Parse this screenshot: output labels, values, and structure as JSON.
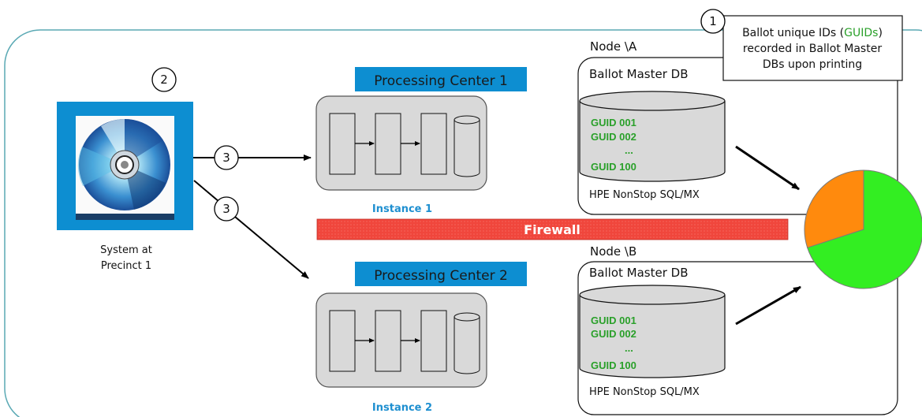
{
  "processing_centers": [
    {
      "title": "Processing Center 1",
      "instance": "Instance 1"
    },
    {
      "title": "Processing Center 2",
      "instance": "Instance 2"
    }
  ],
  "nodes": [
    {
      "label": "Node \\A",
      "db_title": "Ballot Master DB",
      "guids": [
        "GUID 001",
        "GUID 002",
        "...",
        "GUID 100"
      ],
      "engine": "HPE NonStop SQL/MX"
    },
    {
      "label": "Node \\B",
      "db_title": "Ballot Master DB",
      "guids": [
        "GUID 001",
        "GUID 002",
        "...",
        "GUID 100"
      ],
      "engine": "HPE NonStop SQL/MX"
    }
  ],
  "precinct": {
    "line1": "System at",
    "line2": "Precinct 1",
    "step": "2"
  },
  "firewall": {
    "label": "Firewall"
  },
  "callout": {
    "step": "1",
    "line1_prefix": "Ballot unique IDs (",
    "line1_highlight": "GUIDs",
    "line1_suffix": ")",
    "line2": "recorded in Ballot Master",
    "line3": "DBs upon printing"
  },
  "arrow_steps": [
    "3",
    "3"
  ],
  "pie": {
    "slices": [
      {
        "fraction": 0.7,
        "color": "#33ee22"
      },
      {
        "fraction": 0.3,
        "color": "#ff8a0d"
      }
    ]
  },
  "colors": {
    "title_box": "#0d8ed1",
    "instance_text": "#1e8fd0",
    "guid_text": "#2aa02a",
    "firewall": "#f0463c",
    "border": "#5aa9b4"
  }
}
